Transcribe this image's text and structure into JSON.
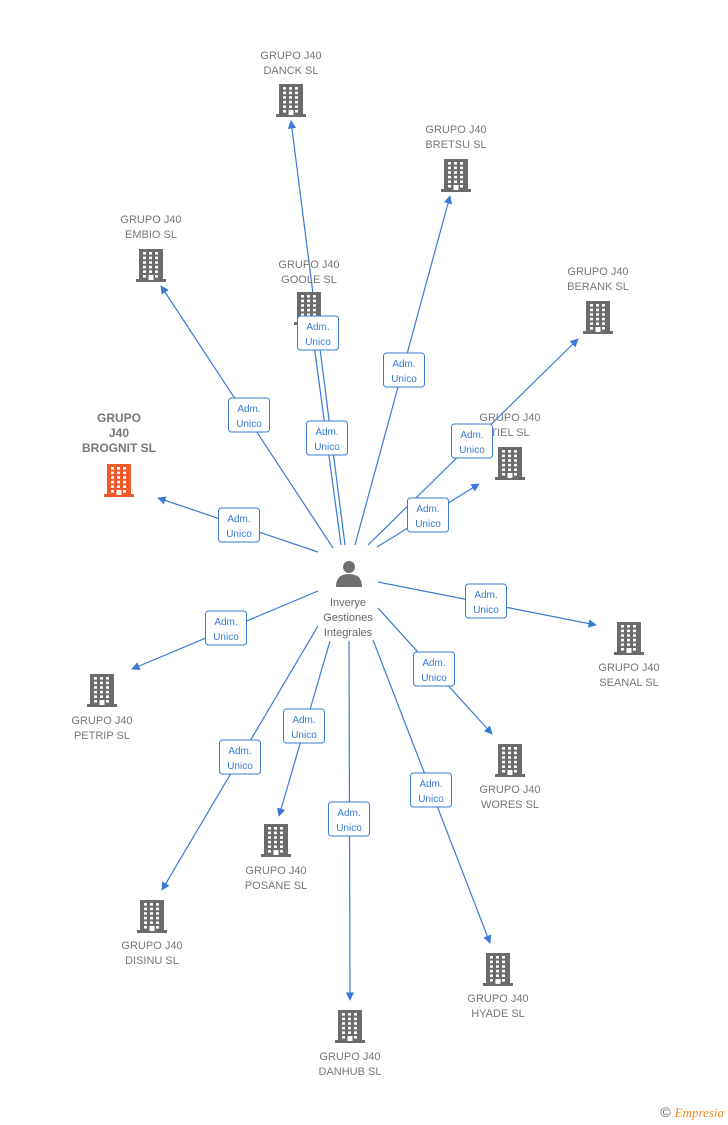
{
  "colors": {
    "edge": "#3a7ad5",
    "building": "#6b6b6b",
    "building_focus": "#f2592a",
    "person": "#707070",
    "label": "#777777"
  },
  "center": {
    "name_lines": [
      "Inverye",
      "Gestiones",
      "Integrales"
    ],
    "icon": "person-icon"
  },
  "edge_label_lines": [
    "Adm.",
    "Unico"
  ],
  "companies": [
    {
      "id": "danck",
      "lines": [
        "GRUPO J40",
        "DANCK  SL"
      ],
      "focus": false
    },
    {
      "id": "bretsu",
      "lines": [
        "GRUPO J40",
        "BRETSU  SL"
      ],
      "focus": false
    },
    {
      "id": "embio",
      "lines": [
        "GRUPO J40",
        "EMBIO  SL"
      ],
      "focus": false
    },
    {
      "id": "goole",
      "lines": [
        "GRUPO J40",
        "GOOLE  SL"
      ],
      "focus": false
    },
    {
      "id": "berank",
      "lines": [
        "GRUPO J40",
        "BERANK  SL"
      ],
      "focus": false
    },
    {
      "id": "brognit",
      "lines": [
        "GRUPO",
        "J40",
        "BROGNIT  SL"
      ],
      "focus": true
    },
    {
      "id": "tiel",
      "lines": [
        "GRUPO J40",
        "TIEL  SL"
      ],
      "focus": false
    },
    {
      "id": "seanal",
      "lines": [
        "GRUPO J40",
        "SEANAL  SL"
      ],
      "focus": false
    },
    {
      "id": "petrip",
      "lines": [
        "GRUPO J40",
        "PETRIP  SL"
      ],
      "focus": false
    },
    {
      "id": "wores",
      "lines": [
        "GRUPO J40",
        "WORES  SL"
      ],
      "focus": false
    },
    {
      "id": "posane",
      "lines": [
        "GRUPO J40",
        "POSANE  SL"
      ],
      "focus": false
    },
    {
      "id": "disinu",
      "lines": [
        "GRUPO J40",
        "DISINU  SL"
      ],
      "focus": false
    },
    {
      "id": "hyade",
      "lines": [
        "GRUPO J40",
        "HYADE  SL"
      ],
      "focus": false
    },
    {
      "id": "danhub",
      "lines": [
        "GRUPO J40",
        "DANHUB  SL"
      ],
      "focus": false
    }
  ],
  "footer": {
    "copyright": "©",
    "brand": "Empresia"
  }
}
